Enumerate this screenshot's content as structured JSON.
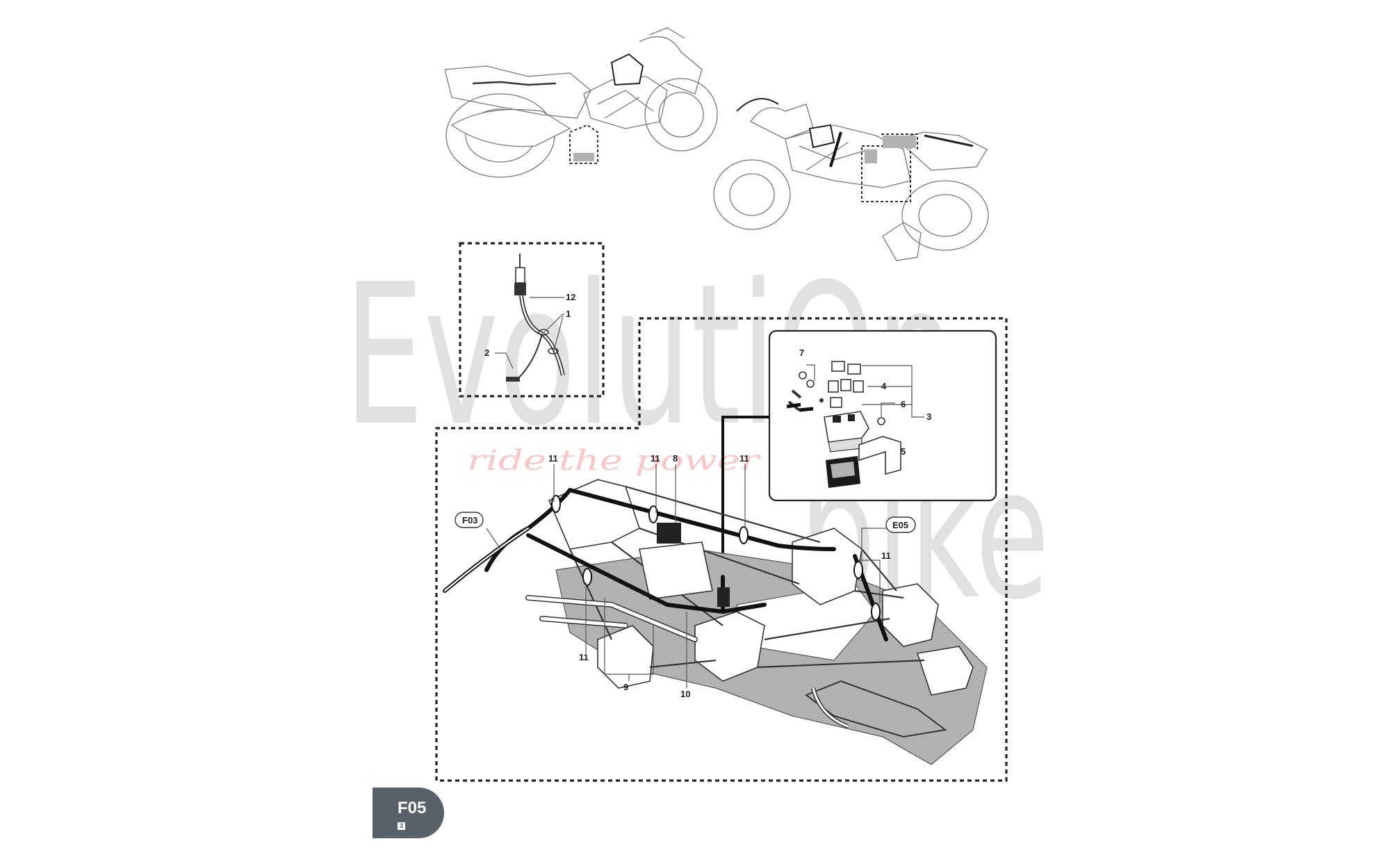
{
  "watermark": {
    "brand_left": "EvolutiOn",
    "brand_right": "bike",
    "tagline": "ride the power"
  },
  "page_tab": {
    "code": "F05",
    "sub": "3"
  },
  "callouts": {
    "c12": "12",
    "c1": "1",
    "c2": "2",
    "c7": "7",
    "c4": "4",
    "c6": "6",
    "c3": "3",
    "c5": "5",
    "c11_a": "11",
    "c11_b": "11",
    "c8": "8",
    "c11_c": "11",
    "c11_d": "11",
    "c11_e": "11",
    "c9": "9",
    "c10": "10"
  },
  "references": {
    "f03": "F03",
    "e05": "E05"
  }
}
